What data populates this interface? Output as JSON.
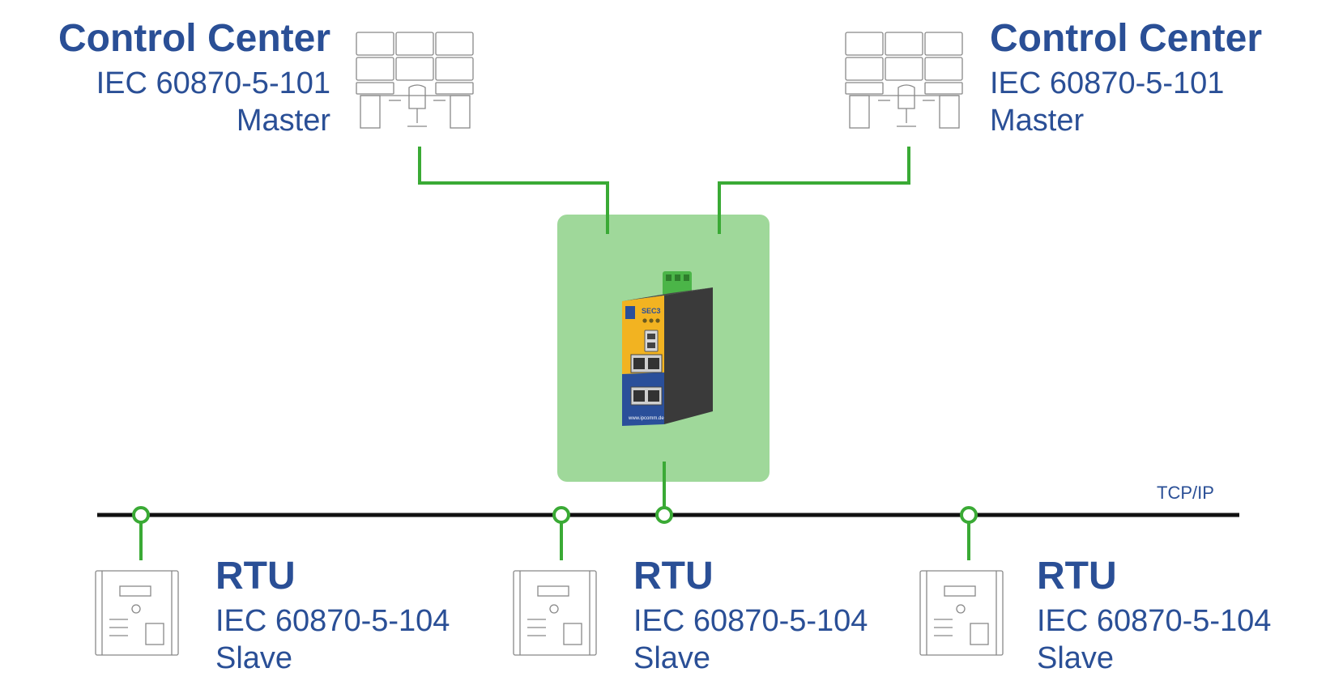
{
  "control_centers": [
    {
      "title": "Control Center",
      "protocol": "IEC 60870-5-101",
      "role": "Master"
    },
    {
      "title": "Control Center",
      "protocol": "IEC 60870-5-101",
      "role": "Master"
    }
  ],
  "rtus": [
    {
      "title": "RTU",
      "protocol": "IEC 60870-5-104",
      "role": "Slave"
    },
    {
      "title": "RTU",
      "protocol": "IEC 60870-5-104",
      "role": "Slave"
    },
    {
      "title": "RTU",
      "protocol": "IEC 60870-5-104",
      "role": "Slave"
    }
  ],
  "network": {
    "label": "TCP/IP"
  },
  "gateway": {
    "model_label": "SEC3",
    "url_label": "www.ipcomm.de"
  },
  "colors": {
    "text": "#2a4f96",
    "link": "#3aaa35",
    "box": "#9fd89a",
    "bus": "#111111"
  },
  "icons": {
    "control_center": "control-room-workstation-icon",
    "rtu": "protection-relay-icon"
  }
}
